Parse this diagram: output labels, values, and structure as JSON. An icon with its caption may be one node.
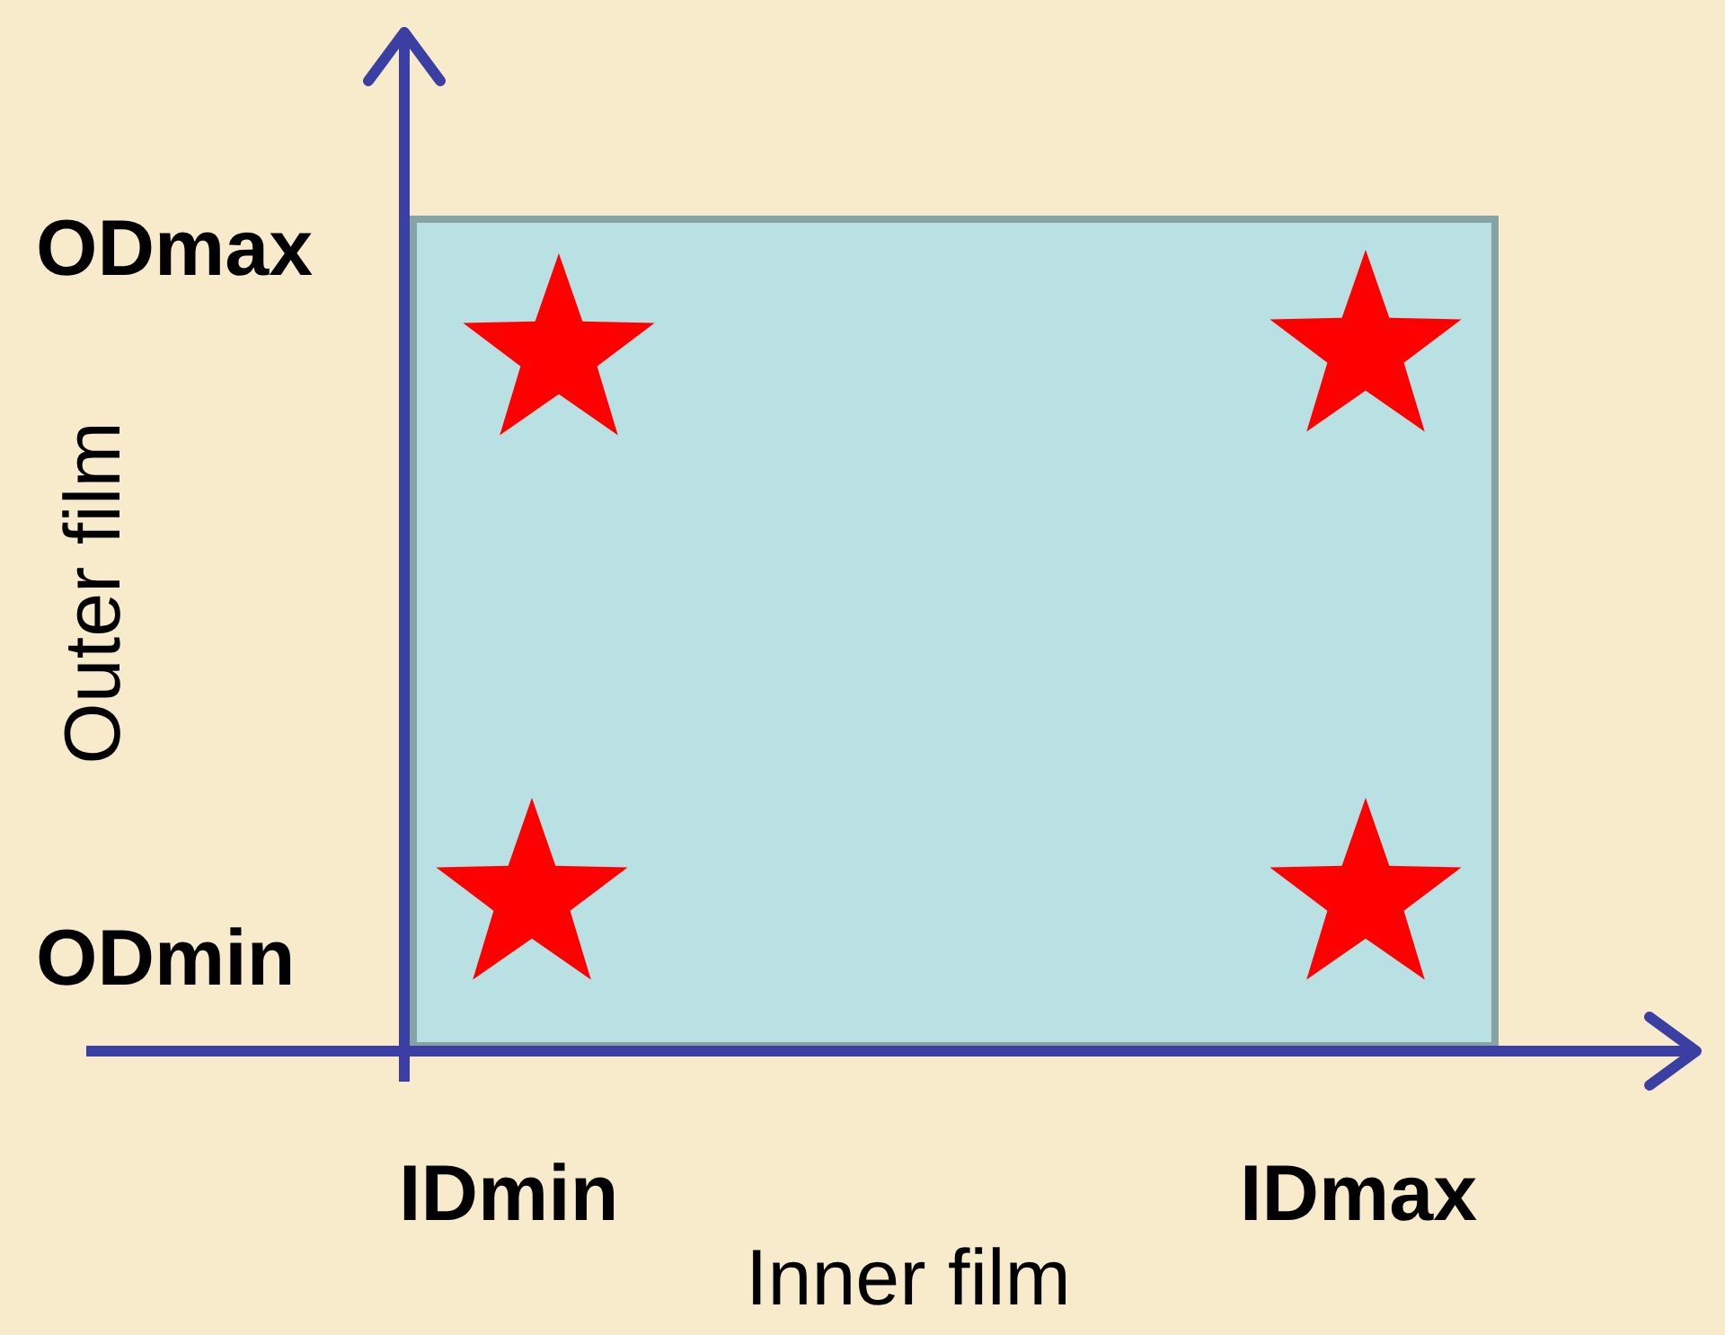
{
  "diagram": {
    "labels": [
      "ODmax",
      "Outer film",
      "ODmin",
      "IDmin",
      "IDmax",
      "Inner film"
    ]
  }
}
